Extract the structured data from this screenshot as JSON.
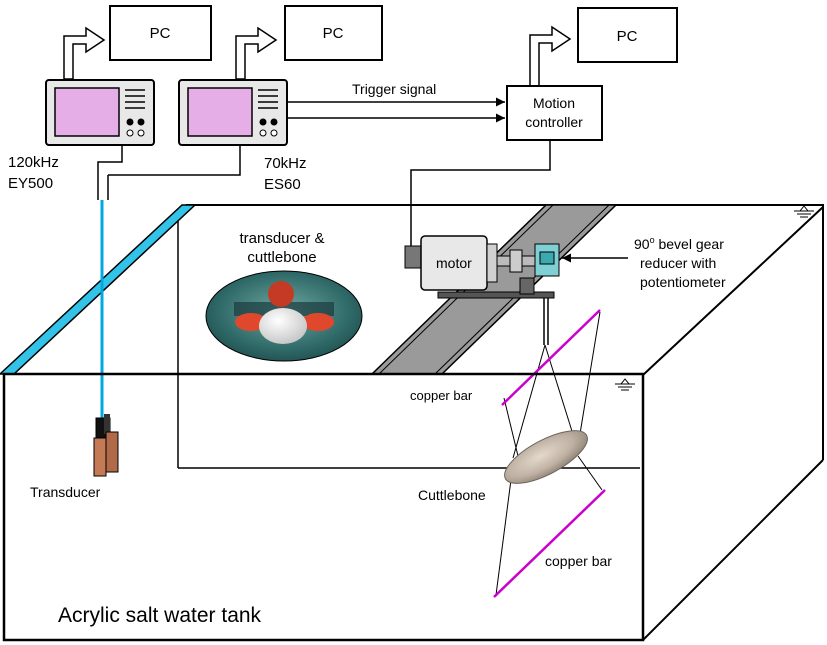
{
  "labels": {
    "pc": "PC",
    "trigger": "Trigger signal",
    "motion_line1": "Motion",
    "motion_line2": "controller",
    "sounder1_freq": "120kHz",
    "sounder1_model": "EY500",
    "sounder2_freq": "70kHz",
    "sounder2_model": "ES60",
    "inset_line1": "transducer &",
    "inset_line2": "cuttlebone",
    "motor": "motor",
    "gear_line1_deg": "90",
    "gear_line1_sup": "o",
    "gear_line1_rest": " bevel gear",
    "gear_line2": "reducer with",
    "gear_line3": "potentiometer",
    "copper_top": "copper bar",
    "copper_bottom": "copper bar",
    "cuttlebone": "Cuttlebone",
    "transducer": "Transducer",
    "tank": "Acrylic salt water tank"
  },
  "colors": {
    "screen": "#e6aee6",
    "cable": "#00a8e0",
    "wall": "#33c3e8",
    "copper": "#cc00cc",
    "rail": "#9a9a9a",
    "bone": "#bfb2a4"
  },
  "icons": {
    "arrow": "upload-arrow-icon",
    "sounder": "echosounder-icon",
    "motor": "motor-icon",
    "water": "water-level-icon"
  }
}
